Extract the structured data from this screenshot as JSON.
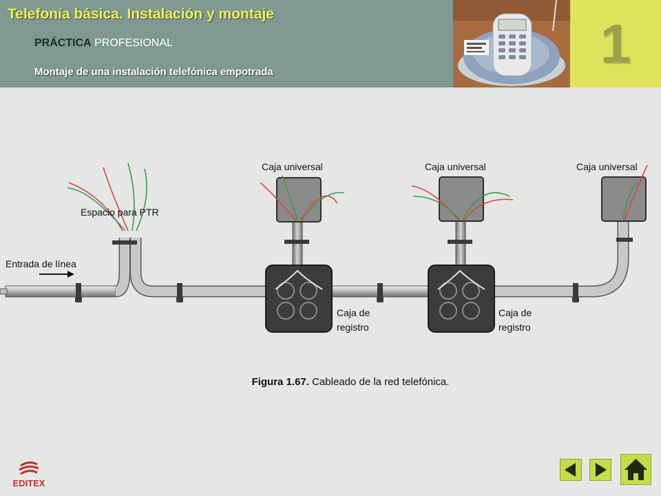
{
  "header": {
    "course_title": "Telefonía básica. Instalación y montaje",
    "practice_bold": "PRÁCTICA",
    "practice_rest": "PROFESIONAL",
    "subtitle": "Montaje de una instalación telefónica empotrada",
    "unit_number": "1"
  },
  "diagram": {
    "labels": {
      "ptr_space": "Espacio para PTR",
      "line_entry": "Entrada de línea",
      "universal_box_1": "Caja universal",
      "universal_box_2": "Caja universal",
      "universal_box_3": "Caja universal",
      "register_box_1_l1": "Caja de",
      "register_box_1_l2": "registro",
      "register_box_2_l1": "Caja de",
      "register_box_2_l2": "registro"
    }
  },
  "caption": {
    "figure": "Figura 1.67.",
    "text": "Cableado de la red telefónica."
  },
  "footer": {
    "logo_text": "EDITEX"
  },
  "icons": {
    "prev": "arrow-left-icon",
    "next": "arrow-right-icon",
    "home": "home-icon"
  },
  "colors": {
    "header_bg": "#7f9892",
    "title_yellow": "#e9ef55",
    "unit_bg": "#dde35a",
    "nav_green": "#c5dc4a",
    "wire_red": "#d64545",
    "wire_green": "#3c9a4a"
  }
}
